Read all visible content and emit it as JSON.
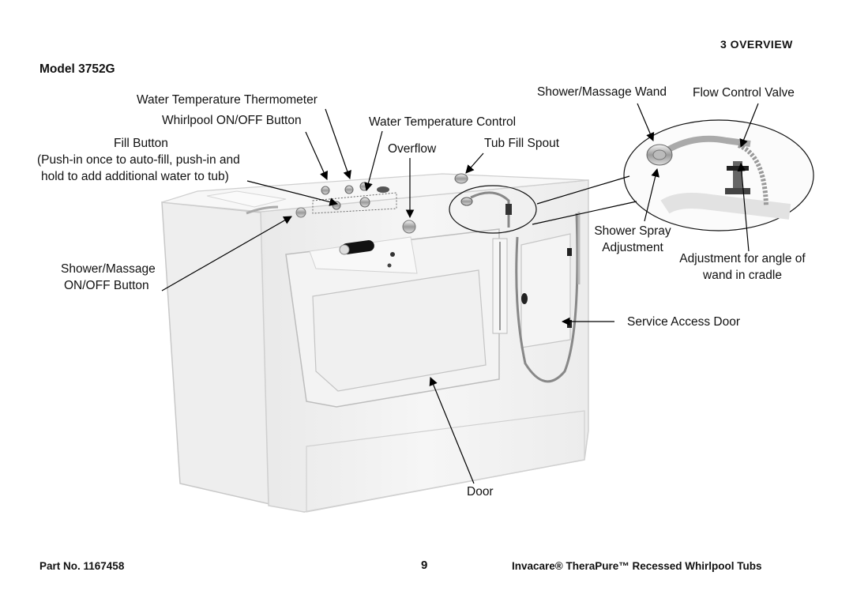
{
  "header": {
    "section": "3  OVERVIEW"
  },
  "model_title": "Model 3752G",
  "labels": {
    "thermometer": "Water Temperature Thermometer",
    "whirlpool_button": "Whirlpool ON/OFF Button",
    "fill_button_title": "Fill Button",
    "fill_button_line1": "(Push-in once to auto-fill, push-in and",
    "fill_button_line2": "hold to add additional water to tub)",
    "temperature_control": "Water Temperature Control",
    "overflow": "Overflow",
    "tub_fill_spout": "Tub Fill Spout",
    "shower_wand": "Shower/Massage Wand",
    "flow_control": "Flow Control Valve",
    "spray_adjust_line1": "Shower Spray",
    "spray_adjust_line2": "Adjustment",
    "angle_adjust_line1": "Adjustment for angle of",
    "angle_adjust_line2": "wand in cradle",
    "shower_button_line1": "Shower/Massage",
    "shower_button_line2": "ON/OFF Button",
    "service_door": "Service Access Door",
    "door": "Door"
  },
  "footer": {
    "part_no": "Part No. 1167458",
    "page": "9",
    "product": "Invacare®  TheraPure™  Recessed Whirlpool Tubs"
  }
}
